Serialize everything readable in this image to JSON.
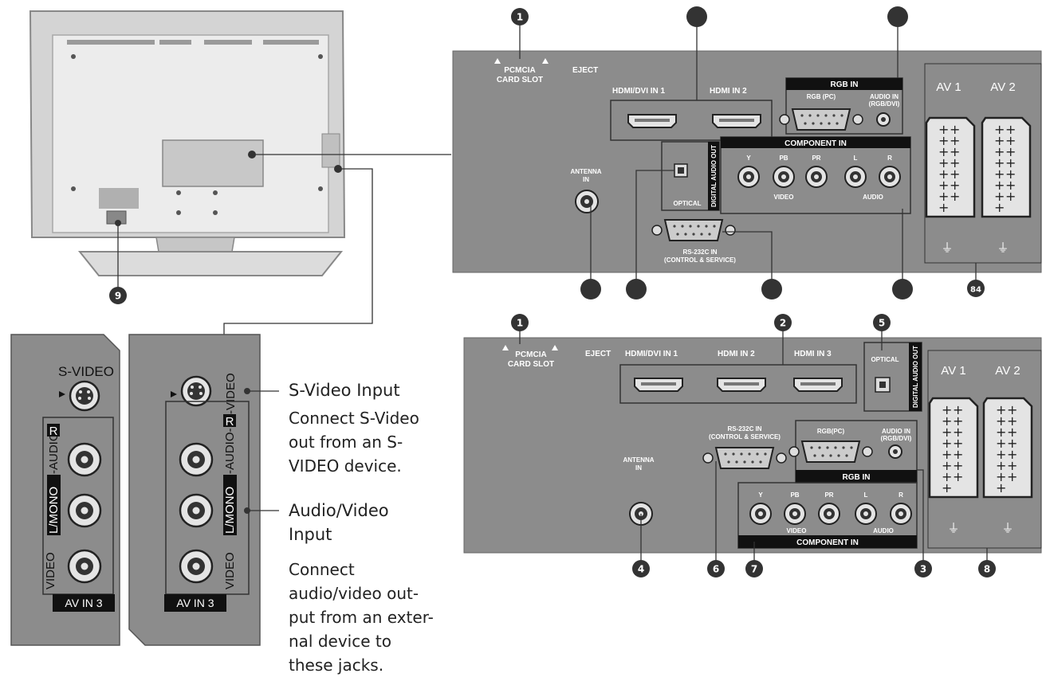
{
  "top_panel": {
    "pcmcia": [
      "PCMCIA",
      "CARD SLOT"
    ],
    "eject": "EJECT",
    "hdmi_dvi_in_1": "HDMI/DVI IN 1",
    "hdmi_in_2": "HDMI IN 2",
    "rgb_in": "RGB IN",
    "rgb_pc": "RGB (PC)",
    "audio_in": [
      "AUDIO IN",
      "(RGB/DVI)"
    ],
    "component_in": "COMPONENT IN",
    "digital_audio_out": "DIGITAL AUDIO OUT",
    "optical": "OPTICAL",
    "antenna": [
      "ANTENNA",
      "IN"
    ],
    "rs232c": [
      "RS-232C IN",
      "(CONTROL & SERVICE)"
    ],
    "component_jacks": [
      "Y",
      "PB",
      "PR",
      "L",
      "R"
    ],
    "video": "VIDEO",
    "audio": "AUDIO",
    "av1": "AV 1",
    "av2": "AV 2"
  },
  "bottom_panel": {
    "pcmcia": [
      "PCMCIA",
      "CARD SLOT"
    ],
    "eject": "EJECT",
    "hdmi_dvi_in_1": "HDMI/DVI IN 1",
    "hdmi_in_2": "HDMI IN 2",
    "hdmi_in_3": "HDMI IN 3",
    "optical": "OPTICAL",
    "digital_audio_out": "DIGITAL AUDIO OUT",
    "rs232c": [
      "RS-232C IN",
      "(CONTROL & SERVICE)"
    ],
    "rgb_pc": "RGB(PC)",
    "audio_in": [
      "AUDIO IN",
      "(RGB/DVI)"
    ],
    "rgb_in": "RGB IN",
    "antenna": [
      "ANTENNA",
      "IN"
    ],
    "component_jacks": [
      "Y",
      "PB",
      "PR",
      "L",
      "R"
    ],
    "video": "VIDEO",
    "audio": "AUDIO",
    "component_in": "COMPONENT IN",
    "av1": "AV 1",
    "av2": "AV 2"
  },
  "badges": {
    "top": [
      "1",
      "",
      "",
      "",
      "",
      "",
      "",
      "84"
    ],
    "bottom": [
      "1",
      "2",
      "5",
      "4",
      "6",
      "7",
      "3",
      "8"
    ],
    "tv": "9"
  },
  "side_panel": {
    "s_video": "S-VIDEO",
    "left_mono": "L/MONO",
    "audio": "-AUDIO-",
    "r": "R",
    "video": "VIDEO",
    "av_in_3": "AV IN 3"
  },
  "descriptions": {
    "svideo_title": "S-Video Input",
    "svideo_body": [
      "Connect S-Video",
      "out from an S-",
      "VIDEO device."
    ],
    "av_title": [
      "Audio/Video",
      "Input"
    ],
    "av_body": [
      "Connect",
      "audio/video out-",
      "put from an exter-",
      "nal device to",
      "these jacks."
    ]
  },
  "colors": {
    "panel": "#8c8c8c",
    "panel_dark": "#7a7a7a",
    "badge": "#333333",
    "tv_body": "#d4d4d4"
  }
}
